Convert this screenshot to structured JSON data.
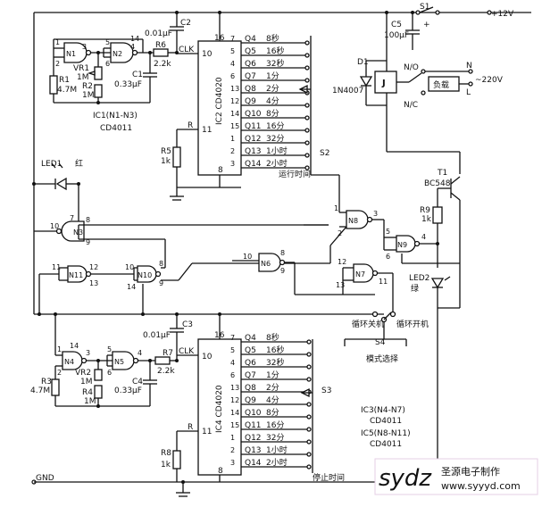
{
  "supply": {
    "v12": "+12V",
    "gnd": "GND",
    "s1": "S1",
    "c5": "C5",
    "c5v": "100μF",
    "plus": "+"
  },
  "relay": {
    "d1": "D1",
    "d1v": "1N4007",
    "j": "J",
    "no": "N/O",
    "nc": "N/C",
    "load": "负载",
    "n": "N",
    "l": "L",
    "v220": "~220V"
  },
  "gates": {
    "n1": "N1",
    "n2": "N2",
    "n3": "N3",
    "n4": "N4",
    "n5": "N5",
    "n6": "N6",
    "n7": "N7",
    "n8": "N8",
    "n9": "N9",
    "n10": "N10",
    "n11": "N11"
  },
  "osc1": {
    "r1": "R1",
    "r1v": "4.7M",
    "vr1": "VR1",
    "vr1v": "1M",
    "r2": "R2",
    "r2v": "1M",
    "c1": "C1",
    "c1v": "0.33μF",
    "c2": "C2",
    "c2v": "0.01μF",
    "r6": "R6",
    "r6v": "2.2k",
    "ic": "IC1(N1-N3)",
    "icv": "CD4011",
    "r5": "R5",
    "r5v": "1k"
  },
  "osc2": {
    "r3": "R3",
    "r3v": "4.7M",
    "vr2": "VR2",
    "vr2v": "1M",
    "r4": "R4",
    "r4v": "1M",
    "c4": "C4",
    "c4v": "0.33μF",
    "c3": "C3",
    "c3v": "0.01μF",
    "r7": "R7",
    "r7v": "2.2k",
    "r8": "R8",
    "r8v": "1k"
  },
  "ic2": {
    "name": "IC2 CD4020",
    "clk": "CLK",
    "r": "R"
  },
  "ic4": {
    "name": "IC4 CD4020",
    "clk": "CLK",
    "r": "R"
  },
  "outputs": [
    {
      "pin": "7",
      "q": "Q4",
      "t": "8秒"
    },
    {
      "pin": "5",
      "q": "Q5",
      "t": "16秒"
    },
    {
      "pin": "4",
      "q": "Q6",
      "t": "32秒"
    },
    {
      "pin": "6",
      "q": "Q7",
      "t": "1分"
    },
    {
      "pin": "13",
      "q": "Q8",
      "t": "2分"
    },
    {
      "pin": "12",
      "q": "Q9",
      "t": "4分"
    },
    {
      "pin": "14",
      "q": "Q10",
      "t": "8分"
    },
    {
      "pin": "15",
      "q": "Q11",
      "t": "16分"
    },
    {
      "pin": "1",
      "q": "Q12",
      "t": "32分"
    },
    {
      "pin": "2",
      "q": "Q13",
      "t": "1小时"
    },
    {
      "pin": "3",
      "q": "Q14",
      "t": "2小时"
    }
  ],
  "switch_run": {
    "name": "S2",
    "label": "运行时间"
  },
  "switch_stop": {
    "name": "S3",
    "label": "停止时间"
  },
  "mode": {
    "name": "S4",
    "label": "模式选择",
    "off": "循环关机",
    "on": "循环开机"
  },
  "led1": {
    "name": "LED1",
    "color": "红"
  },
  "led2": {
    "name": "LED2",
    "color": "绿"
  },
  "t1": {
    "name": "T1",
    "type": "BC548"
  },
  "r9": {
    "name": "R9",
    "value": "1k"
  },
  "ic3": {
    "name": "IC3(N4-N7)",
    "type": "CD4011"
  },
  "ic5": {
    "name": "IC5(N8-N11)",
    "type": "CD4011"
  },
  "watermark": {
    "logo": "sydz",
    "name": "圣源电子制作",
    "url": "www.syyyd.com"
  }
}
